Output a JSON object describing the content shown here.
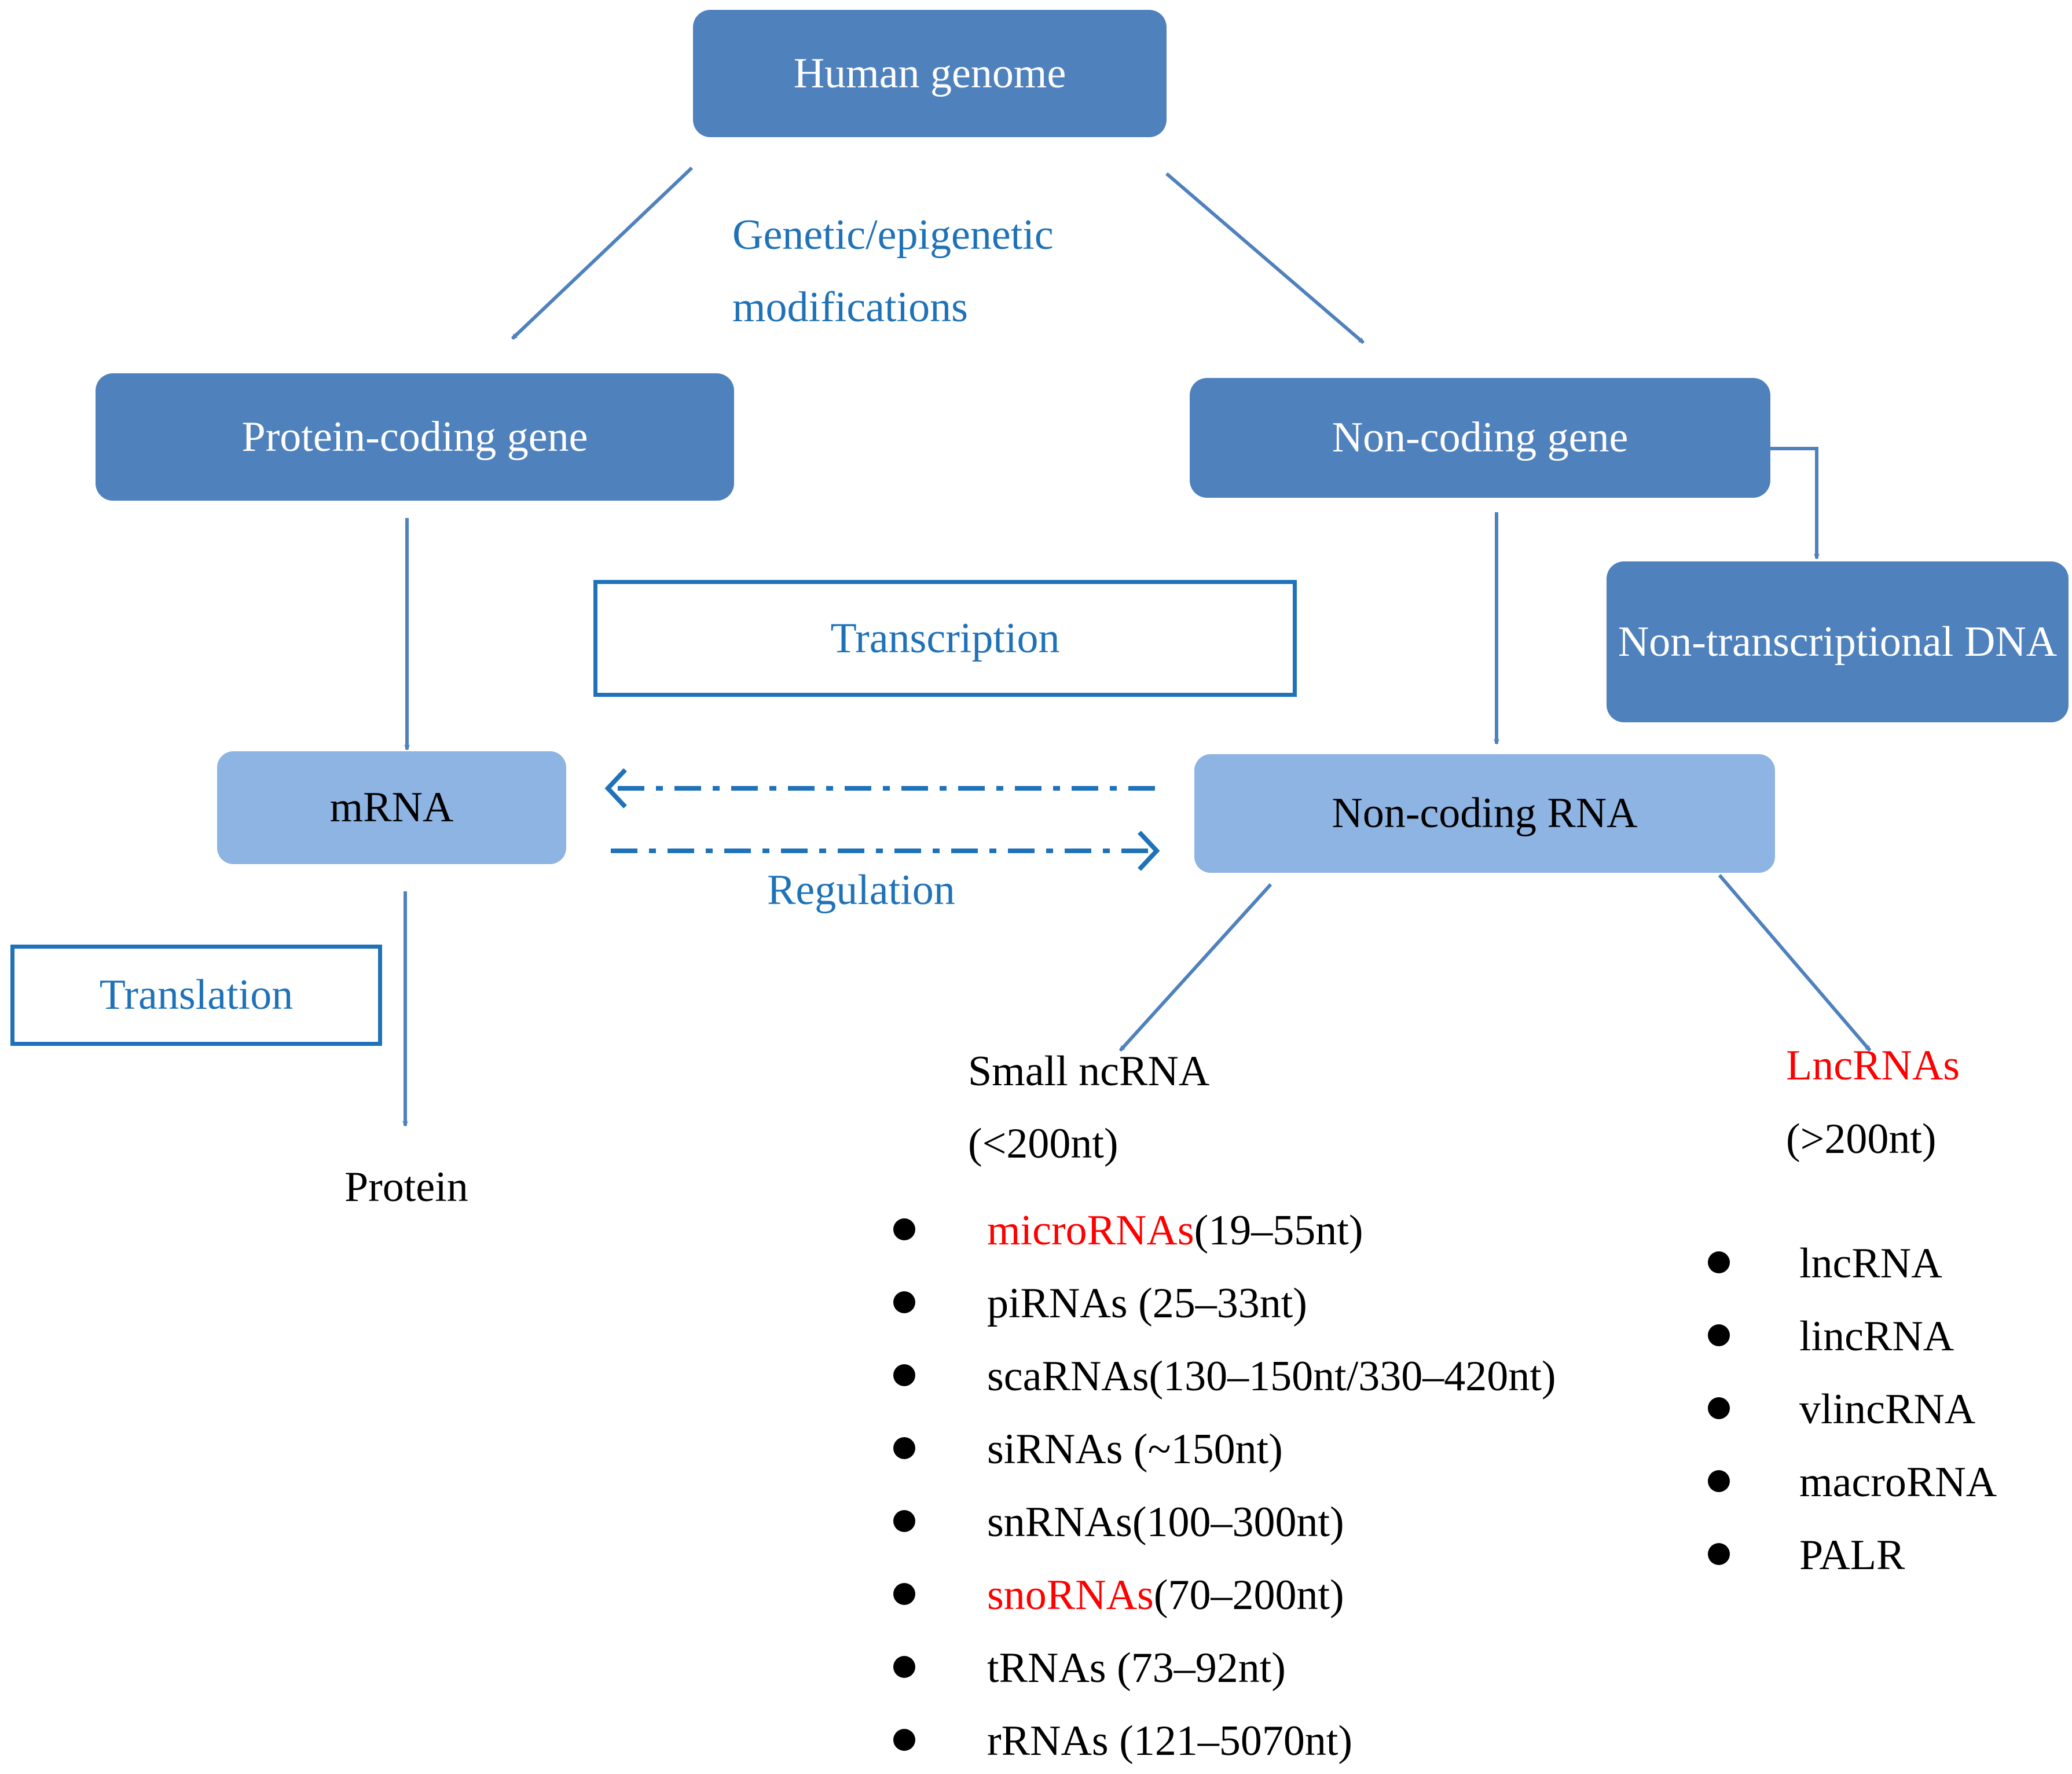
{
  "nodes": {
    "human_genome": "Human genome",
    "protein_coding_gene": "Protein-coding gene",
    "non_coding_gene": "Non-coding gene",
    "non_transcriptional_dna": "Non-transcriptional DNA",
    "mrna": "mRNA",
    "non_coding_rna": "Non-coding RNA",
    "protein": "Protein"
  },
  "edge_labels": {
    "genetic_epigenetic": "Genetic/epigenetic",
    "modifications": "modifications",
    "transcription": "Transcription",
    "regulation": "Regulation",
    "translation": "Translation"
  },
  "small_ncrna": {
    "title": "Small ncRNA",
    "range": "(<200nt)",
    "items": [
      {
        "name": "microRNAs",
        "detail": "(19–55nt)",
        "highlight": true
      },
      {
        "name": "piRNAs",
        "detail": " (25–33nt)",
        "highlight": false
      },
      {
        "name": "scaRNAs",
        "detail": "(130–150nt/330–420nt)",
        "highlight": false
      },
      {
        "name": "siRNAs",
        "detail": " (~150nt)",
        "highlight": false
      },
      {
        "name": "snRNAs",
        "detail": "(100–300nt)",
        "highlight": false
      },
      {
        "name": "snoRNAs",
        "detail": "(70–200nt)",
        "highlight": true
      },
      {
        "name": "tRNAs",
        "detail": " (73–92nt)",
        "highlight": false
      },
      {
        "name": "rRNAs",
        "detail": " (121–5070nt)",
        "highlight": false
      }
    ]
  },
  "lncrnas": {
    "title": "LncRNAs",
    "range": "(>200nt)",
    "items": [
      "lncRNA",
      "lincRNA",
      "vlincRNA",
      "macroRNA",
      "PALR"
    ]
  },
  "colors": {
    "dark_box": "#4f81bd",
    "light_box": "#8eb4e3",
    "arrow": "#4f81bd",
    "label_blue": "#1f72b8",
    "highlight_red": "#ff0000"
  }
}
